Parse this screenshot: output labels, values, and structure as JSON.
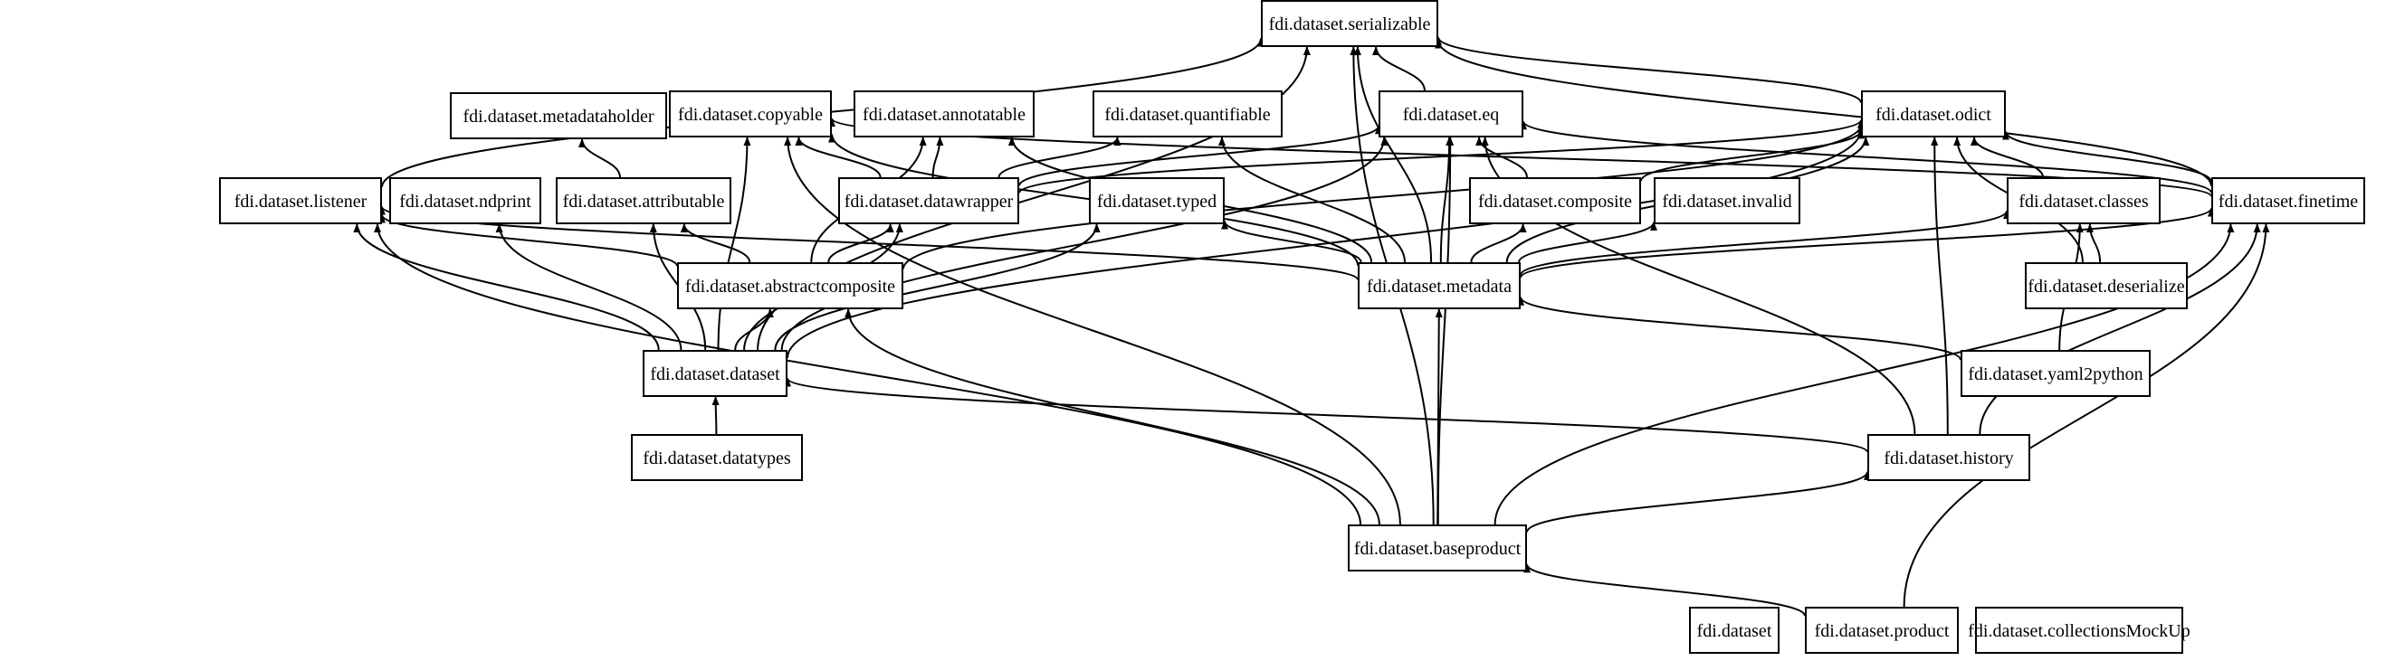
{
  "diagram": {
    "type": "dependency-graph",
    "nodes": [
      {
        "id": "serializable",
        "label": "fdi.dataset.serializable"
      },
      {
        "id": "metadataholder",
        "label": "fdi.dataset.metadataholder"
      },
      {
        "id": "copyable",
        "label": "fdi.dataset.copyable"
      },
      {
        "id": "annotatable",
        "label": "fdi.dataset.annotatable"
      },
      {
        "id": "quantifiable",
        "label": "fdi.dataset.quantifiable"
      },
      {
        "id": "eq",
        "label": "fdi.dataset.eq"
      },
      {
        "id": "odict",
        "label": "fdi.dataset.odict"
      },
      {
        "id": "listener",
        "label": "fdi.dataset.listener"
      },
      {
        "id": "ndprint",
        "label": "fdi.dataset.ndprint"
      },
      {
        "id": "attributable",
        "label": "fdi.dataset.attributable"
      },
      {
        "id": "datawrapper",
        "label": "fdi.dataset.datawrapper"
      },
      {
        "id": "typed",
        "label": "fdi.dataset.typed"
      },
      {
        "id": "composite",
        "label": "fdi.dataset.composite"
      },
      {
        "id": "invalid",
        "label": "fdi.dataset.invalid"
      },
      {
        "id": "classes",
        "label": "fdi.dataset.classes"
      },
      {
        "id": "finetime",
        "label": "fdi.dataset.finetime"
      },
      {
        "id": "abstractcomposite",
        "label": "fdi.dataset.abstractcomposite"
      },
      {
        "id": "metadata",
        "label": "fdi.dataset.metadata"
      },
      {
        "id": "deserialize",
        "label": "fdi.dataset.deserialize"
      },
      {
        "id": "dataset",
        "label": "fdi.dataset.dataset"
      },
      {
        "id": "yaml2python",
        "label": "fdi.dataset.yaml2python"
      },
      {
        "id": "datatypes",
        "label": "fdi.dataset.datatypes"
      },
      {
        "id": "history",
        "label": "fdi.dataset.history"
      },
      {
        "id": "baseproduct",
        "label": "fdi.dataset.baseproduct"
      },
      {
        "id": "pkg",
        "label": "fdi.dataset"
      },
      {
        "id": "product",
        "label": "fdi.dataset.product"
      },
      {
        "id": "collectionsmockup",
        "label": "fdi.dataset.collectionsMockUp"
      }
    ],
    "edges": [
      [
        "listener",
        "serializable"
      ],
      [
        "attributable",
        "metadataholder"
      ],
      [
        "datawrapper",
        "copyable"
      ],
      [
        "datawrapper",
        "annotatable"
      ],
      [
        "datawrapper",
        "quantifiable"
      ],
      [
        "datawrapper",
        "eq"
      ],
      [
        "datawrapper",
        "odict"
      ],
      [
        "abstractcomposite",
        "listener"
      ],
      [
        "abstractcomposite",
        "attributable"
      ],
      [
        "abstractcomposite",
        "annotatable"
      ],
      [
        "abstractcomposite",
        "datawrapper"
      ],
      [
        "abstractcomposite",
        "odict"
      ],
      [
        "composite",
        "eq"
      ],
      [
        "composite",
        "odict"
      ],
      [
        "eq",
        "serializable"
      ],
      [
        "odict",
        "serializable"
      ],
      [
        "classes",
        "odict"
      ],
      [
        "finetime",
        "serializable"
      ],
      [
        "finetime",
        "copyable"
      ],
      [
        "finetime",
        "eq"
      ],
      [
        "finetime",
        "odict"
      ],
      [
        "deserialize",
        "classes"
      ],
      [
        "deserialize",
        "odict"
      ],
      [
        "metadata",
        "listener"
      ],
      [
        "metadata",
        "copyable"
      ],
      [
        "metadata",
        "annotatable"
      ],
      [
        "metadata",
        "quantifiable"
      ],
      [
        "metadata",
        "eq"
      ],
      [
        "metadata",
        "serializable"
      ],
      [
        "metadata",
        "odict"
      ],
      [
        "metadata",
        "typed"
      ],
      [
        "metadata",
        "composite"
      ],
      [
        "metadata",
        "invalid"
      ],
      [
        "metadata",
        "classes"
      ],
      [
        "metadata",
        "finetime"
      ],
      [
        "yaml2python",
        "metadata"
      ],
      [
        "yaml2python",
        "classes"
      ],
      [
        "dataset",
        "serializable"
      ],
      [
        "dataset",
        "copyable"
      ],
      [
        "dataset",
        "eq"
      ],
      [
        "dataset",
        "odict"
      ],
      [
        "dataset",
        "listener"
      ],
      [
        "dataset",
        "ndprint"
      ],
      [
        "dataset",
        "attributable"
      ],
      [
        "dataset",
        "datawrapper"
      ],
      [
        "dataset",
        "typed"
      ],
      [
        "dataset",
        "abstractcomposite"
      ],
      [
        "datatypes",
        "dataset"
      ],
      [
        "history",
        "dataset"
      ],
      [
        "history",
        "eq"
      ],
      [
        "history",
        "odict"
      ],
      [
        "history",
        "finetime"
      ],
      [
        "baseproduct",
        "serializable"
      ],
      [
        "baseproduct",
        "copyable"
      ],
      [
        "baseproduct",
        "listener"
      ],
      [
        "baseproduct",
        "abstractcomposite"
      ],
      [
        "baseproduct",
        "metadata"
      ],
      [
        "baseproduct",
        "eq"
      ],
      [
        "baseproduct",
        "history"
      ],
      [
        "baseproduct",
        "finetime"
      ],
      [
        "product",
        "baseproduct"
      ],
      [
        "product",
        "finetime"
      ]
    ]
  }
}
